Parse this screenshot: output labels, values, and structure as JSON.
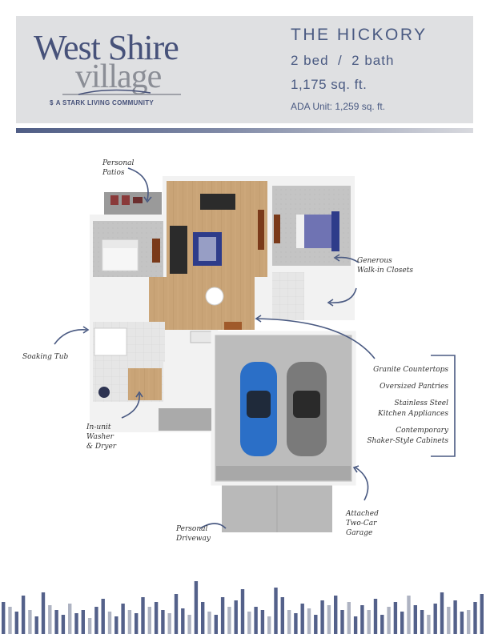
{
  "brand": {
    "name_line1": "West Shire",
    "name_line2": "village",
    "tagline": "A STARK LIVING COMMUNITY",
    "color_primary": "#47527a",
    "color_secondary": "#8b8e96"
  },
  "plan": {
    "name": "THE HICKORY",
    "beds_baths": "2 bed  /  2 bath",
    "sqft": "1,175 sq. ft.",
    "ada": "ADA Unit: 1,259 sq. ft."
  },
  "annotations": {
    "patios": [
      "Personal",
      "Patios"
    ],
    "closets": [
      "Generous",
      "Walk-in Closets"
    ],
    "tub": [
      "Soaking Tub"
    ],
    "laundry": [
      "In-unit",
      "Washer",
      "& Dryer"
    ],
    "driveway": [
      "Personal",
      "Driveway"
    ],
    "garage": [
      "Attached",
      "Two-Car",
      "Garage"
    ],
    "kitchen_features": [
      "Granite Countertops",
      "Oversized Pantries",
      "Stainless Steel",
      "Kitchen Appliances",
      "Contemporary",
      "Shaker-Style Cabinets"
    ]
  },
  "colors": {
    "bar_dark": "#54618a",
    "bar_light": "#aeb3c2",
    "arrow": "#4a5a82"
  }
}
